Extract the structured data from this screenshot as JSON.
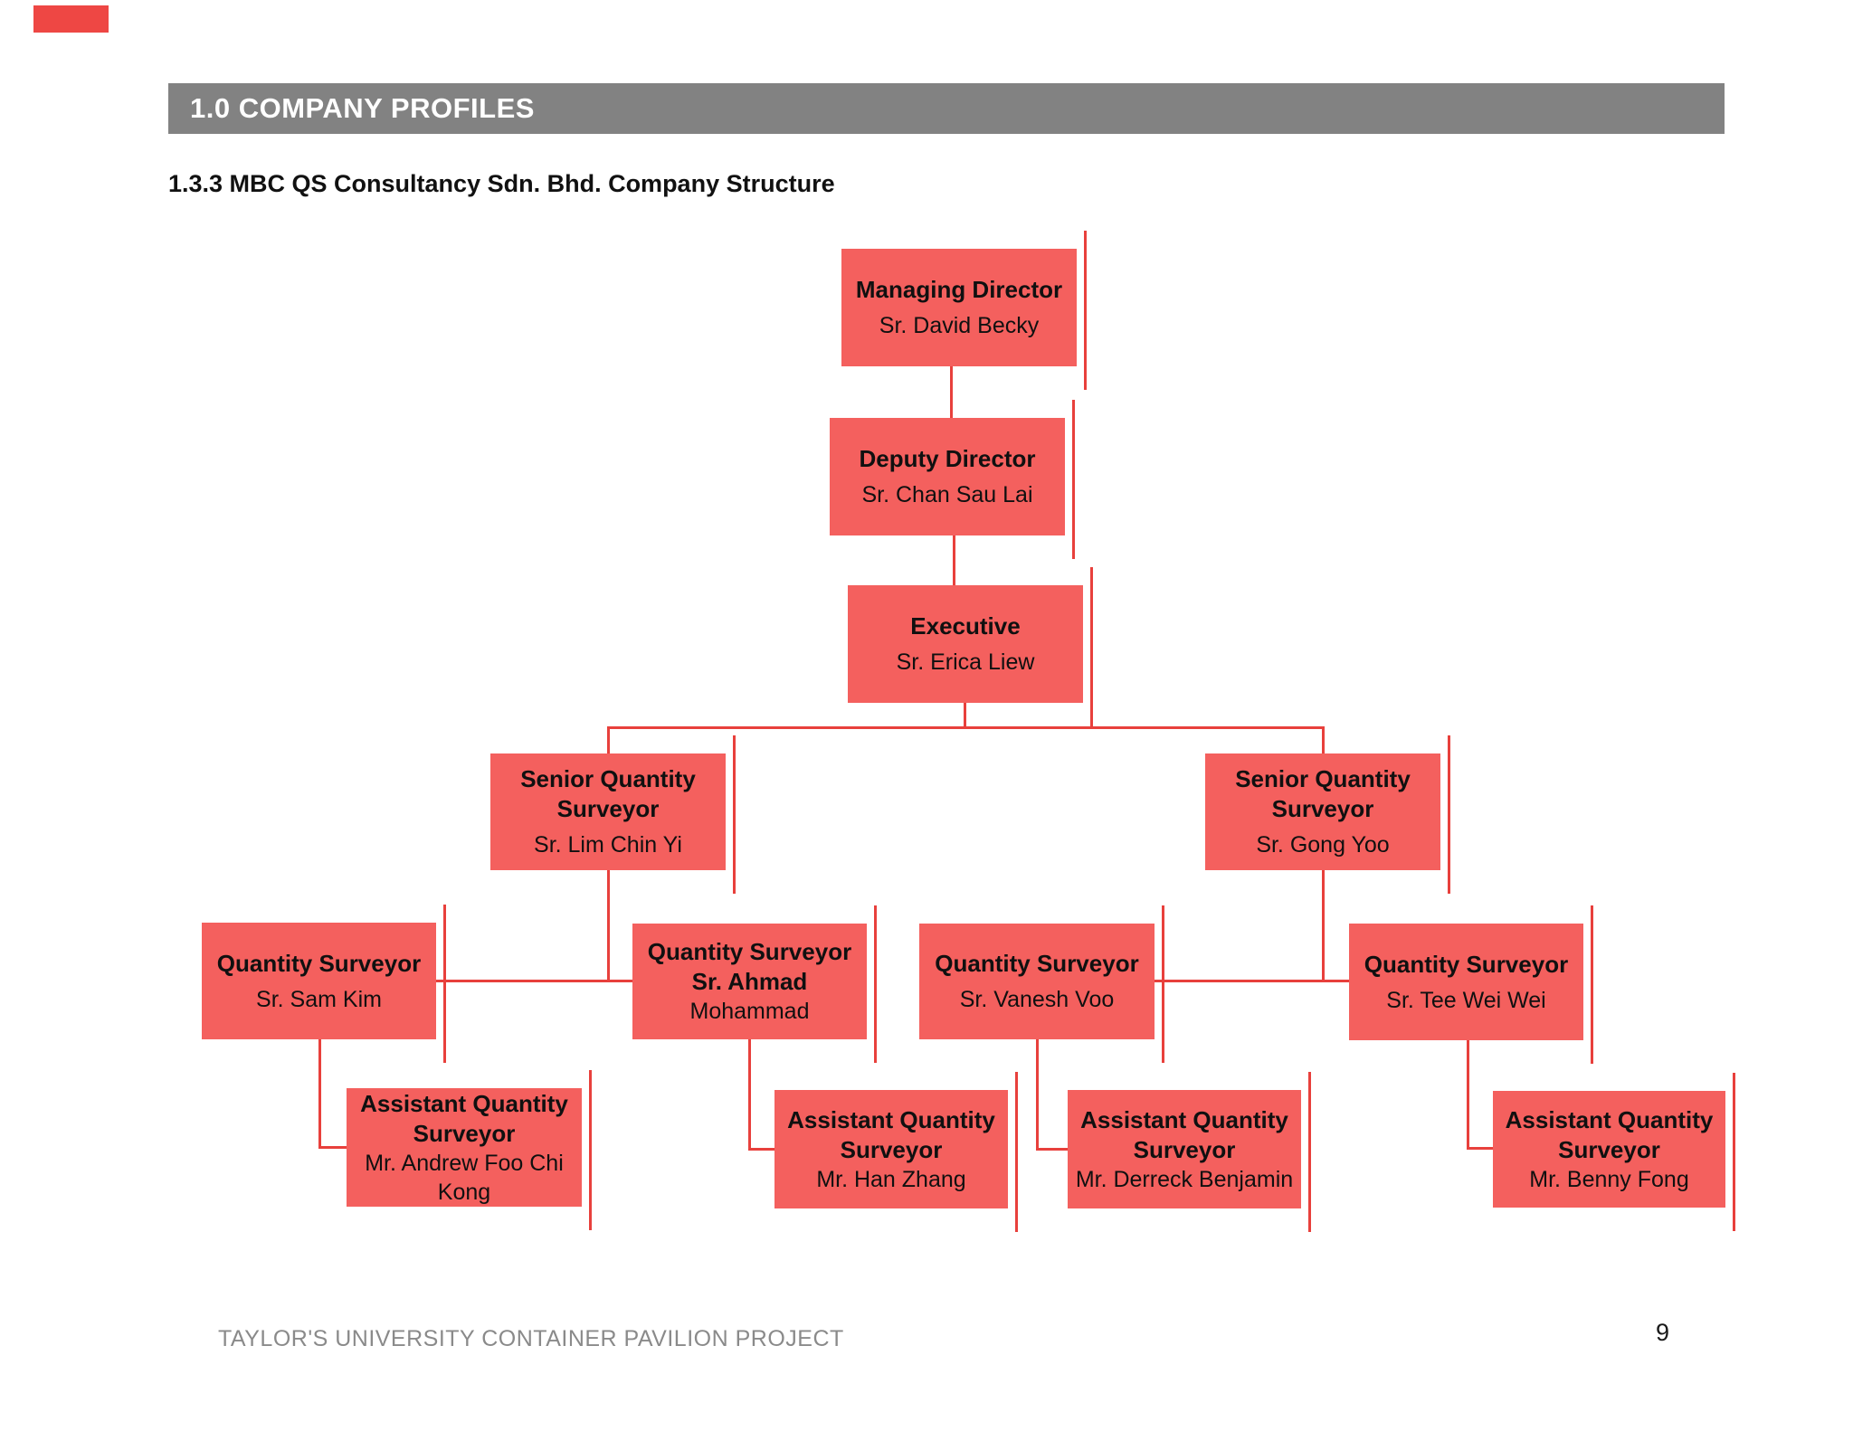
{
  "page": {
    "section_header": "1.0 COMPANY PROFILES",
    "subtitle": "1.3.3 MBC QS Consultancy Sdn. Bhd. Company Structure",
    "footer": "TAYLOR'S UNIVERSITY CONTAINER PAVILION PROJECT",
    "page_number": "9"
  },
  "colors": {
    "corner_mark": "#ee4744",
    "section_header_bg": "#828282",
    "section_header_fg": "#ffffff",
    "node_fill": "#f4605e",
    "connector": "#e8403c",
    "footer_text": "#8a8a8a"
  },
  "chart": {
    "type": "org-chart",
    "nodes": [
      {
        "id": "md",
        "title": "Managing Director",
        "name": "Sr. David Becky",
        "title_display": "Managing Director",
        "name_display": "Sr. David Becky"
      },
      {
        "id": "dd",
        "title": "Deputy Director",
        "name": "Sr. Chan Sau Lai",
        "title_display": "Deputy Director",
        "name_display": "Sr. Chan Sau Lai"
      },
      {
        "id": "ex",
        "title": "Executive",
        "name": "Sr. Erica Liew",
        "title_display": "Executive",
        "name_display": "Sr. Erica Liew"
      },
      {
        "id": "sqs1",
        "title": "Senior Quantity Surveyor",
        "name": "Sr. Lim Chin Yi",
        "title_display": "Senior Quantity\nSurveyor",
        "name_display": "Sr. Lim Chin Yi"
      },
      {
        "id": "sqs2",
        "title": "Senior Quantity Surveyor",
        "name": "Sr. Gong Yoo",
        "title_display": "Senior Quantity\nSurveyor",
        "name_display": "Sr. Gong Yoo"
      },
      {
        "id": "qs1",
        "title": "Quantity Surveyor",
        "name": "Sr. Sam Kim",
        "title_display": "Quantity Surveyor",
        "name_display": "Sr. Sam Kim"
      },
      {
        "id": "qs2",
        "title": "Quantity Surveyor",
        "name": "Sr. Ahmad Mohammad",
        "title_display": "Quantity Surveyor\nSr. Ahmad",
        "name_display": "Mohammad"
      },
      {
        "id": "qs3",
        "title": "Quantity Surveyor",
        "name": "Sr. Vanesh Voo",
        "title_display": "Quantity Surveyor",
        "name_display": "Sr. Vanesh Voo"
      },
      {
        "id": "qs4",
        "title": "Quantity Surveyor",
        "name": "Sr. Tee Wei Wei",
        "title_display": "Quantity Surveyor",
        "name_display": "Sr. Tee Wei Wei"
      },
      {
        "id": "aqs1",
        "title": "Assistant Quantity Surveyor",
        "name": "Mr. Andrew Foo Chi Kong",
        "title_display": "Assistant Quantity\nSurveyor",
        "name_display": "Mr. Andrew Foo Chi\nKong"
      },
      {
        "id": "aqs2",
        "title": "Assistant Quantity Surveyor",
        "name": "Mr. Han Zhang",
        "title_display": "Assistant Quantity\nSurveyor",
        "name_display": "Mr. Han Zhang"
      },
      {
        "id": "aqs3",
        "title": "Assistant Quantity Surveyor",
        "name": "Mr. Derreck Benjamin",
        "title_display": "Assistant Quantity\nSurveyor",
        "name_display": "Mr. Derreck Benjamin"
      },
      {
        "id": "aqs4",
        "title": "Assistant Quantity Surveyor",
        "name": "Mr. Benny Fong",
        "title_display": "Assistant Quantity\nSurveyor",
        "name_display": "Mr. Benny Fong"
      }
    ],
    "edges": [
      {
        "from": "md",
        "to": "dd"
      },
      {
        "from": "dd",
        "to": "ex"
      },
      {
        "from": "ex",
        "to": "sqs1"
      },
      {
        "from": "ex",
        "to": "sqs2"
      },
      {
        "from": "sqs1",
        "to": "qs1"
      },
      {
        "from": "sqs1",
        "to": "qs2"
      },
      {
        "from": "sqs2",
        "to": "qs3"
      },
      {
        "from": "sqs2",
        "to": "qs4"
      },
      {
        "from": "qs1",
        "to": "aqs1"
      },
      {
        "from": "qs2",
        "to": "aqs2"
      },
      {
        "from": "qs3",
        "to": "aqs3"
      },
      {
        "from": "qs4",
        "to": "aqs4"
      }
    ]
  }
}
